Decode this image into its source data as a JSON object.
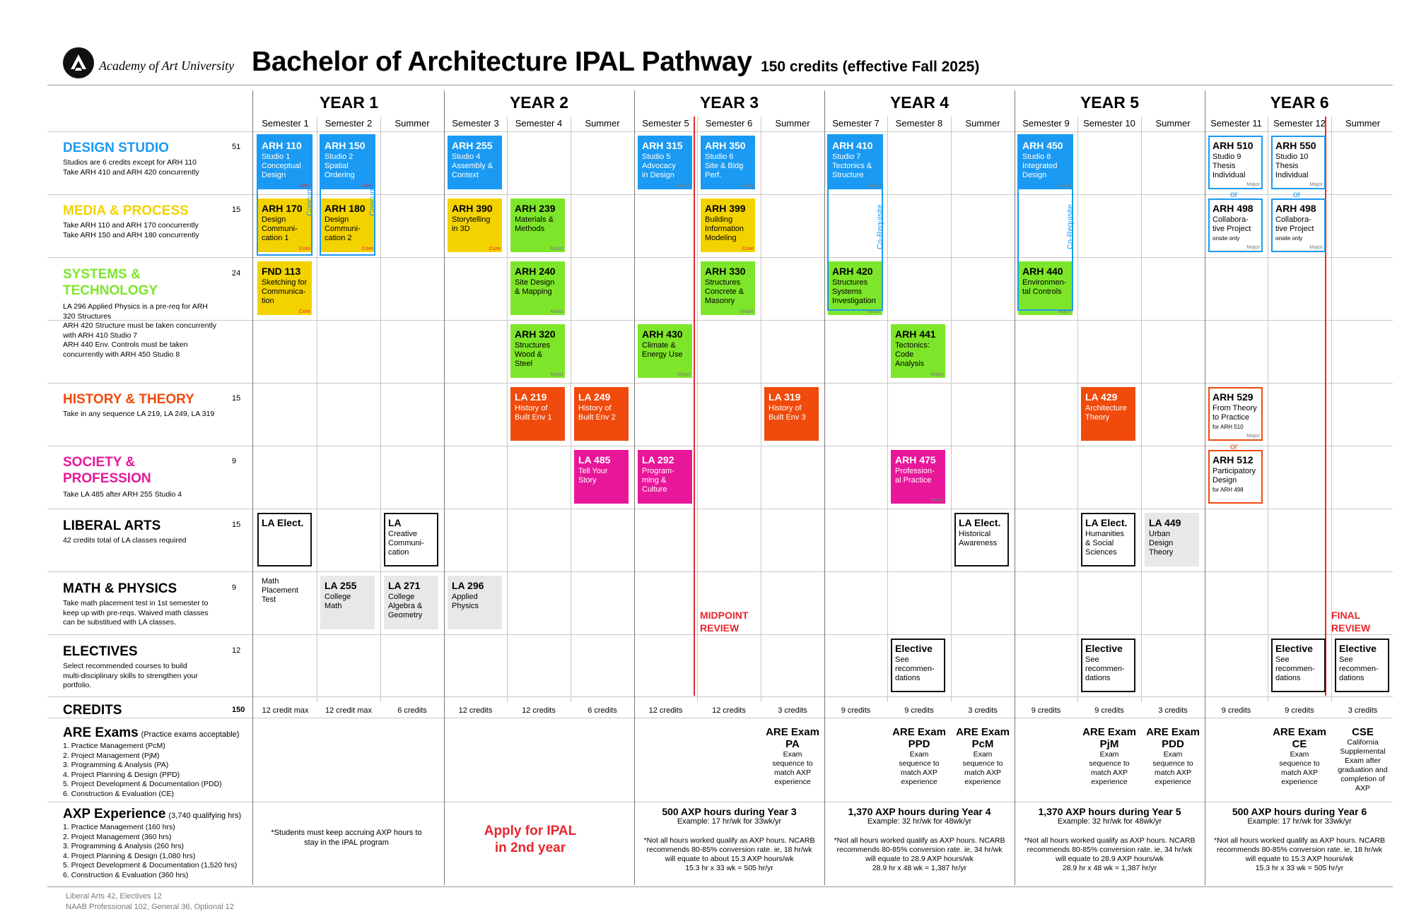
{
  "header": {
    "logo_name": "Academy of Art University",
    "title": "Bachelor of Architecture IPAL Pathway",
    "subtitle": "150 credits (effective Fall 2025)"
  },
  "years": [
    "YEAR 1",
    "YEAR 2",
    "YEAR 3",
    "YEAR 4",
    "YEAR 5",
    "YEAR 6"
  ],
  "semesters": [
    "Semester 1",
    "Semester 2",
    "Summer",
    "Semester 3",
    "Semester 4",
    "Summer",
    "Semester 5",
    "Semester 6",
    "Summer",
    "Semester 7",
    "Semester 8",
    "Summer",
    "Semester 9",
    "Semester 10",
    "Summer",
    "Semester 11",
    "Semester 12",
    "Summer"
  ],
  "categories": [
    {
      "title_lines": [
        "DESIGN STUDIO"
      ],
      "color": "#1a9af2",
      "credits": "51",
      "desc_lines": [
        "Studios are 6 credits except for ARH 110",
        "Take ARH 410 and ARH 420 concurrently"
      ]
    },
    {
      "title_lines": [
        "MEDIA & PROCESS"
      ],
      "color": "#f2d300",
      "credits": "15",
      "desc_lines": [
        "Take ARH 110 and ARH 170 concurrently",
        "Take ARH 150 and ARH 180 concurrently"
      ]
    },
    {
      "title_lines": [
        "SYSTEMS &",
        "TECHNOLOGY"
      ],
      "color": "#7ee62a",
      "credits": "24",
      "desc_lines": [
        "LA 296 Applied Physics is a pre-req for ARH",
        "320 Structures",
        "ARH 420 Structure must be taken concurrently",
        "with ARH 410 Studio 7",
        "ARH 440 Env. Controls must be taken",
        "concurrently with ARH 450 Studio 8"
      ]
    },
    {
      "title_lines": [
        "HISTORY & THEORY"
      ],
      "color": "#f04a0c",
      "credits": "15",
      "desc_lines": [
        "Take in any sequence LA 219, LA 249, LA 319"
      ]
    },
    {
      "title_lines": [
        "SOCIETY &",
        "PROFESSION"
      ],
      "color": "#e8179a",
      "credits": "9",
      "desc_lines": [
        "Take LA 485 after ARH 255 Studio 4"
      ]
    },
    {
      "title_lines": [
        "LIBERAL ARTS"
      ],
      "color": "#000000",
      "credits": "15",
      "desc_lines": [
        "42 credits total of LA classes required"
      ]
    },
    {
      "title_lines": [
        "MATH & PHYSICS"
      ],
      "color": "#000000",
      "credits": "9",
      "desc_lines": [
        "Take math placement test in 1st semester to",
        "keep up with pre-reqs. Waived math classes",
        "can be substitued with LA classes."
      ]
    },
    {
      "title_lines": [
        "ELECTIVES"
      ],
      "color": "#000000",
      "credits": "12",
      "desc_lines": [
        "Select recommended courses to build",
        "multi-disciplinary skills to strengthen your",
        "portfolio."
      ]
    }
  ],
  "credits_row": {
    "label": "CREDITS",
    "total": "150",
    "values": [
      "12 credit max",
      "12 credit max",
      "6 credits",
      "12 credits",
      "12 credits",
      "6 credits",
      "12 credits",
      "12 credits",
      "3 credits",
      "9 credits",
      "9 credits",
      "3 credits",
      "9 credits",
      "9 credits",
      "3 credits",
      "9 credits",
      "9 credits",
      "3 credits"
    ]
  },
  "courses": [
    {
      "col": 0,
      "row": 0,
      "style": "blue",
      "code": "ARH 110",
      "name_lines": [
        "Studio 1",
        "Conceptual",
        "Design"
      ],
      "tag": "Core"
    },
    {
      "col": 1,
      "row": 0,
      "style": "blue",
      "code": "ARH 150",
      "name_lines": [
        "Studio 2",
        "Spatial",
        "Ordering"
      ],
      "tag": "Core"
    },
    {
      "col": 3,
      "row": 0,
      "style": "blue",
      "code": "ARH 255",
      "name_lines": [
        "Studio 4",
        "Assembly &",
        "Context"
      ],
      "tag": ""
    },
    {
      "col": 6,
      "row": 0,
      "style": "blue",
      "code": "ARH 315",
      "name_lines": [
        "Studio 5",
        "Advocacy",
        "in Design"
      ],
      "tag": "Major"
    },
    {
      "col": 7,
      "row": 0,
      "style": "blue",
      "code": "ARH 350",
      "name_lines": [
        "Studio 6",
        "Site & Bldg",
        "Perf."
      ],
      "tag": "Major"
    },
    {
      "col": 9,
      "row": 0,
      "style": "blue",
      "code": "ARH 410",
      "name_lines": [
        "Studio 7",
        "Tectonics &",
        "Structure"
      ],
      "tag": "Major"
    },
    {
      "col": 12,
      "row": 0,
      "style": "blue",
      "code": "ARH 450",
      "name_lines": [
        "Studio 8",
        "Integrated",
        "Design"
      ],
      "tag": "Major"
    },
    {
      "col": 15,
      "row": 0,
      "style": "outline-blue",
      "code": "ARH 510",
      "name_lines": [
        "Studio 9",
        "Thesis",
        "Individual"
      ],
      "tag": "Major"
    },
    {
      "col": 16,
      "row": 0,
      "style": "outline-blue",
      "code": "ARH 550",
      "name_lines": [
        "Studio 10",
        "Thesis",
        "Individual"
      ],
      "tag": "Major"
    },
    {
      "col": 0,
      "row": 1,
      "style": "yellow",
      "code": "ARH 170",
      "name_lines": [
        "Design",
        "Communi-",
        "cation 1"
      ],
      "tag": "Core"
    },
    {
      "col": 1,
      "row": 1,
      "style": "yellow",
      "code": "ARH 180",
      "name_lines": [
        "Design",
        "Communi-",
        "cation 2"
      ],
      "tag": "Core"
    },
    {
      "col": 3,
      "row": 1,
      "style": "yellow",
      "code": "ARH 390",
      "name_lines": [
        "Storytelling",
        "in 3D"
      ],
      "tag": "Core"
    },
    {
      "col": 4,
      "row": 1,
      "style": "green",
      "code": "ARH 239",
      "name_lines": [
        "Materials &",
        "Methods"
      ],
      "tag": "Major"
    },
    {
      "col": 7,
      "row": 1,
      "style": "yellow",
      "code": "ARH 399",
      "name_lines": [
        "Building",
        "Information",
        "Modeling"
      ],
      "tag": "Core"
    },
    {
      "col": 15,
      "row": 1,
      "style": "outline-blue",
      "code": "ARH 498",
      "name_lines": [
        "Collabora-",
        "tive Project"
      ],
      "small": "onsite only",
      "tag": "Major"
    },
    {
      "col": 16,
      "row": 1,
      "style": "outline-blue",
      "code": "ARH 498",
      "name_lines": [
        "Collabora-",
        "tive Project"
      ],
      "small": "onsite only",
      "tag": "Major"
    },
    {
      "col": 0,
      "row": 2,
      "style": "yellow",
      "code": "FND 113",
      "name_lines": [
        "Sketching for",
        "Communica-",
        "tion"
      ],
      "tag": "Core"
    },
    {
      "col": 4,
      "row": 2,
      "style": "green",
      "code": "ARH 240",
      "name_lines": [
        "Site Design",
        "& Mapping"
      ],
      "tag": "Major"
    },
    {
      "col": 7,
      "row": 2,
      "style": "green",
      "code": "ARH 330",
      "name_lines": [
        "Structures",
        "Concrete &",
        "Masonry"
      ],
      "tag": "Major"
    },
    {
      "col": 9,
      "row": 2,
      "style": "green",
      "code": "ARH 420",
      "name_lines": [
        "Structures",
        "Systems",
        "Investigation"
      ],
      "tag": "Major"
    },
    {
      "col": 12,
      "row": 2,
      "style": "green",
      "code": "ARH 440",
      "name_lines": [
        "Environmen-",
        "tal Controls"
      ],
      "tag": "Major"
    },
    {
      "col": 4,
      "row": 3,
      "style": "green",
      "code": "ARH 320",
      "name_lines": [
        "Structures",
        "Wood &",
        "Steel"
      ],
      "tag": "Major"
    },
    {
      "col": 6,
      "row": 3,
      "style": "green",
      "code": "ARH 430",
      "name_lines": [
        "Climate &",
        "Energy Use"
      ],
      "tag": "Major"
    },
    {
      "col": 10,
      "row": 3,
      "style": "green",
      "code": "ARH 441",
      "name_lines": [
        "Tectonics:",
        "Code",
        "Analysis"
      ],
      "tag": "Major"
    },
    {
      "col": 4,
      "row": 4,
      "style": "orange",
      "code": "LA 219",
      "name_lines": [
        "History of",
        "Built Env 1"
      ],
      "tag": ""
    },
    {
      "col": 5,
      "row": 4,
      "style": "orange",
      "code": "LA 249",
      "name_lines": [
        "History of",
        "Built Env 2"
      ],
      "tag": ""
    },
    {
      "col": 8,
      "row": 4,
      "style": "orange",
      "code": "LA 319",
      "name_lines": [
        "History of",
        "Built Env 3"
      ],
      "tag": ""
    },
    {
      "col": 13,
      "row": 4,
      "style": "orange",
      "code": "LA 429",
      "name_lines": [
        "Architecture",
        "Theory"
      ],
      "tag": ""
    },
    {
      "col": 15,
      "row": 4,
      "style": "outline-orange",
      "code": "ARH 529",
      "name_lines": [
        "From Theory",
        "to Practice"
      ],
      "small": "for ARH 510",
      "tag": "Major"
    },
    {
      "col": 5,
      "row": 5,
      "style": "pink",
      "code": "LA 485",
      "name_lines": [
        "Tell Your",
        "Story"
      ],
      "tag": ""
    },
    {
      "col": 6,
      "row": 5,
      "style": "pink",
      "code": "LA 292",
      "name_lines": [
        "Program-",
        "ming &",
        "Culture"
      ],
      "tag": ""
    },
    {
      "col": 10,
      "row": 5,
      "style": "pink",
      "code": "ARH 475",
      "name_lines": [
        "Profession-",
        "al Practice"
      ],
      "tag": "Major"
    },
    {
      "col": 15,
      "row": 5,
      "style": "outline-orange",
      "code": "ARH 512",
      "name_lines": [
        "Participatory",
        "Design"
      ],
      "small": "for ARH 498",
      "tag": ""
    },
    {
      "col": 0,
      "row": 6,
      "style": "outline",
      "code": "LA Elect.",
      "name_lines": [],
      "tag": ""
    },
    {
      "col": 2,
      "row": 6,
      "style": "outline",
      "code": "LA",
      "name_lines": [
        "Creative",
        "Communi-",
        "cation"
      ],
      "tag": ""
    },
    {
      "col": 11,
      "row": 6,
      "style": "outline",
      "code": "LA Elect.",
      "name_lines": [
        "Historical",
        "Awareness"
      ],
      "tag": ""
    },
    {
      "col": 13,
      "row": 6,
      "style": "outline",
      "code": "LA Elect.",
      "name_lines": [
        "Humanities",
        "& Social",
        "Sciences"
      ],
      "tag": ""
    },
    {
      "col": 14,
      "row": 6,
      "style": "gray",
      "code": "LA 449",
      "name_lines": [
        "Urban",
        "Design",
        "Theory"
      ],
      "tag": ""
    },
    {
      "col": 0,
      "row": 7,
      "style": "plain",
      "code": "",
      "name_lines": [
        "Math",
        "Placement",
        "Test"
      ],
      "tag": ""
    },
    {
      "col": 1,
      "row": 7,
      "style": "gray",
      "code": "LA 255",
      "name_lines": [
        "College",
        "Math"
      ],
      "tag": ""
    },
    {
      "col": 2,
      "row": 7,
      "style": "gray",
      "code": "LA 271",
      "name_lines": [
        "College",
        "Algebra &",
        "Geometry"
      ],
      "tag": ""
    },
    {
      "col": 3,
      "row": 7,
      "style": "gray",
      "code": "LA 296",
      "name_lines": [
        "Applied",
        "Physics"
      ],
      "tag": ""
    },
    {
      "col": 10,
      "row": 8,
      "style": "outline",
      "code": "Elective",
      "name_lines": [
        "See",
        "recommen-",
        "dations"
      ],
      "tag": ""
    },
    {
      "col": 13,
      "row": 8,
      "style": "outline",
      "code": "Elective",
      "name_lines": [
        "See",
        "recommen-",
        "dations"
      ],
      "tag": ""
    },
    {
      "col": 16,
      "row": 8,
      "style": "outline",
      "code": "Elective",
      "name_lines": [
        "See",
        "recommen-",
        "dations"
      ],
      "tag": ""
    },
    {
      "col": 17,
      "row": 8,
      "style": "outline",
      "code": "Elective",
      "name_lines": [
        "See",
        "recommen-",
        "dations"
      ],
      "tag": ""
    }
  ],
  "annotations": {
    "concurrent": "Concurrent",
    "co_requisite": "Co-Requisite",
    "or": "or",
    "midpoint_review_lines": [
      "MIDPOINT",
      "REVIEW"
    ],
    "final_review_lines": [
      "FINAL",
      "REVIEW"
    ]
  },
  "are_exams": {
    "title": "ARE Exams",
    "title_note": "(Practice exams acceptable)",
    "items": [
      "1. Practice Management (PcM)",
      "2. Project Management (PjM)",
      "3. Programming & Analysis (PA)",
      "4. Project Planning & Design (PPD)",
      "5. Project Development & Documentation (PDD)",
      "6. Construction & Evaluation (CE)"
    ],
    "cells": [
      {
        "col": 8,
        "title_lines": [
          "ARE Exam",
          "PA"
        ],
        "note_lines": [
          "Exam",
          "sequence to",
          "match AXP",
          "experience"
        ]
      },
      {
        "col": 10,
        "title_lines": [
          "ARE Exam",
          "PPD"
        ],
        "note_lines": [
          "Exam",
          "sequence to",
          "match AXP",
          "experience"
        ]
      },
      {
        "col": 11,
        "title_lines": [
          "ARE Exam",
          "PcM"
        ],
        "note_lines": [
          "Exam",
          "sequence to",
          "match AXP",
          "experience"
        ]
      },
      {
        "col": 13,
        "title_lines": [
          "ARE Exam",
          "PjM"
        ],
        "note_lines": [
          "Exam",
          "sequence to",
          "match AXP",
          "experience"
        ]
      },
      {
        "col": 14,
        "title_lines": [
          "ARE Exam",
          "PDD"
        ],
        "note_lines": [
          "Exam",
          "sequence to",
          "match AXP",
          "experience"
        ]
      },
      {
        "col": 16,
        "title_lines": [
          "ARE Exam",
          "CE"
        ],
        "note_lines": [
          "Exam",
          "sequence to",
          "match AXP",
          "experience"
        ]
      },
      {
        "col": 17,
        "title_lines": [
          "CSE"
        ],
        "note_lines": [
          "California",
          "Supplemental",
          "Exam after",
          "graduation and",
          "completion of",
          "AXP"
        ]
      }
    ]
  },
  "axp": {
    "title": "AXP Experience",
    "title_note": "(3,740 qualifying hrs)",
    "items": [
      "1. Practice Management (160 hrs)",
      "2. Project Management (360 hrs)",
      "3. Programming & Analysis (260 hrs)",
      "4. Project Planning & Design (1,080 hrs)",
      "5. Project Development & Documentation (1,520 hrs)",
      "6. Construction & Evaluation (360 hrs)"
    ],
    "year1_note_lines": [
      "*Students must keep accruing AXP hours to",
      "stay in the IPAL program"
    ],
    "apply_lines": [
      "Apply for IPAL",
      "in 2nd year"
    ],
    "blocks": [
      {
        "year": 2,
        "title": "500 AXP hours during Year 3",
        "sub": "Example: 17 hr/wk for 33wk/yr",
        "note_lines": [
          "*Not all hours worked qualify as AXP hours. NCARB",
          "recommends 80-85% conversion rate. ie, 18 hr/wk",
          "will equate to about 15.3 AXP hours/wk",
          "15.3 hr x 33 wk = 505 hr/yr"
        ]
      },
      {
        "year": 3,
        "title": "1,370 AXP hours during Year 4",
        "sub": "Example: 32 hr/wk for 48wk/yr",
        "note_lines": [
          "*Not all hours worked qualify as AXP hours. NCARB",
          "recommends 80-85% conversion rate. ie, 34 hr/wk",
          "will equate to 28.9 AXP hours/wk",
          "28.9 hr x 48 wk =  1,387 hr/yr"
        ]
      },
      {
        "year": 4,
        "title": "1,370 AXP hours during Year 5",
        "sub": "Example: 32 hr/wk for 48wk/yr",
        "note_lines": [
          "*Not all hours worked qualify as AXP hours. NCARB",
          "recommends 80-85% conversion rate. ie, 34 hr/wk",
          "will equate to 28.9 AXP hours/wk",
          "28.9 hr x 48 wk =  1,387 hr/yr"
        ]
      },
      {
        "year": 5,
        "title": "500 AXP hours during Year 6",
        "sub": "Example: 17 hr/wk for 33wk/yr",
        "note_lines": [
          "*Not all hours worked qualify as AXP hours. NCARB",
          "recommends 80-85% conversion rate. ie, 18 hr/wk",
          "will equate to 15.3 AXP hours/wk",
          "15.3 hr x 33 wk = 505 hr/yr"
        ]
      }
    ]
  },
  "footer": {
    "line1": "Liberal Arts 42, Electives 12",
    "line2": "NAAB Professional 102, General 36, Optional 12"
  }
}
